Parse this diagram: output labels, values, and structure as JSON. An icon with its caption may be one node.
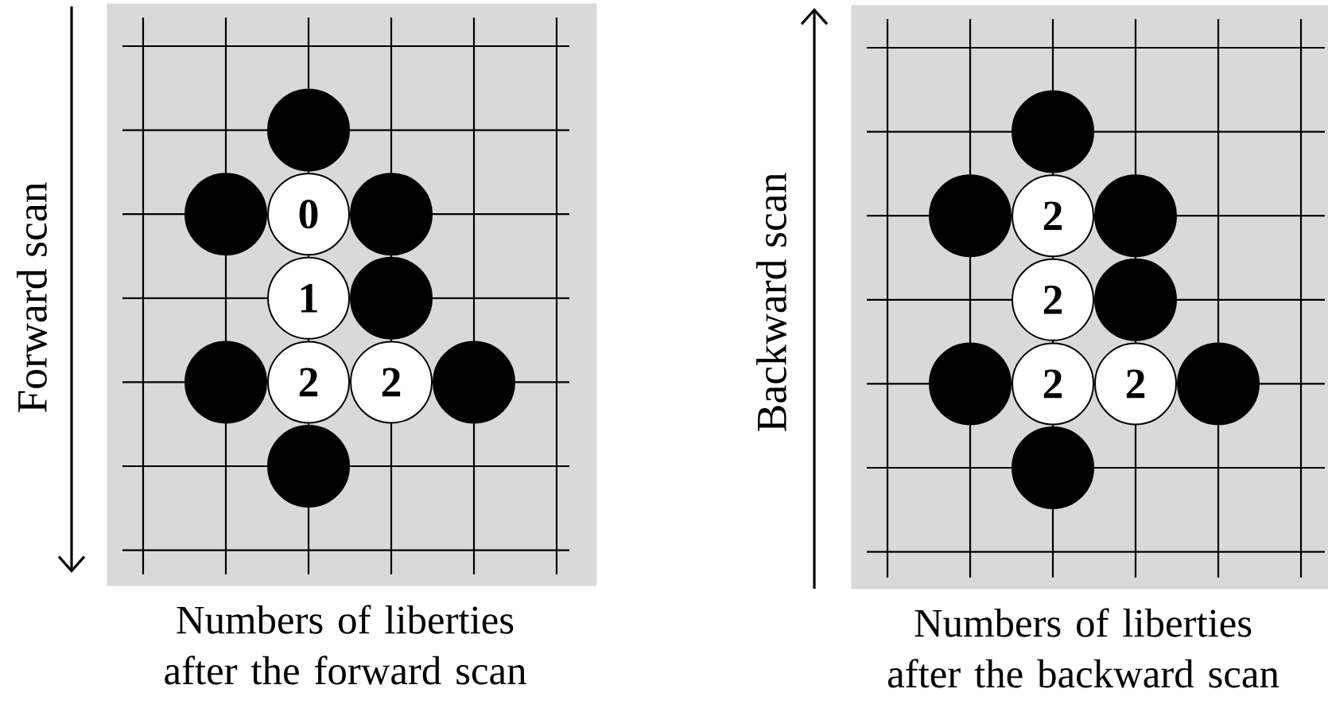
{
  "diagram": {
    "nodes": [
      {
        "text": [],
        "shape": "box",
        "beside": [
          "Numbers of liberties after the forward scan"
        ]
      },
      {
        "text": [],
        "shape": "circle",
        "in": 0
      },
      {
        "text": [],
        "shape": "circle",
        "in": 0
      },
      {
        "text": [
          "0"
        ],
        "in": 0
      },
      {
        "text": [],
        "shape": "circle",
        "in": 0
      },
      {
        "text": [
          "1"
        ],
        "in": 0
      },
      {
        "text": [],
        "shape": "circle",
        "in": 0
      },
      {
        "text": [],
        "shape": "circle",
        "in": 0
      },
      {
        "text": [
          "2"
        ],
        "in": 0
      },
      {
        "text": [
          "2"
        ],
        "in": 0
      },
      {
        "text": [],
        "shape": "circle",
        "in": 0
      },
      {
        "text": [],
        "shape": "circle",
        "in": 0
      },
      {
        "text": [],
        "shape": "box",
        "beside": [
          "Numbers of liberties after the backward scan"
        ]
      },
      {
        "text": [],
        "shape": "circle",
        "in": 12
      },
      {
        "text": [],
        "shape": "circle",
        "in": 12
      },
      {
        "text": [
          "2"
        ],
        "in": 12
      },
      {
        "text": [],
        "shape": "circle",
        "in": 12
      },
      {
        "text": [
          "2"
        ],
        "in": 12
      },
      {
        "text": [],
        "shape": "circle",
        "in": 12
      },
      {
        "text": [],
        "shape": "circle",
        "in": 12
      },
      {
        "text": [
          "2"
        ],
        "in": 12
      },
      {
        "text": [
          "2"
        ],
        "in": 12
      },
      {
        "text": [],
        "shape": "circle",
        "in": 12
      },
      {
        "text": [],
        "shape": "circle",
        "in": 12
      }
    ],
    "labels": [
      "Forward scan",
      "Backward scan"
    ]
  }
}
